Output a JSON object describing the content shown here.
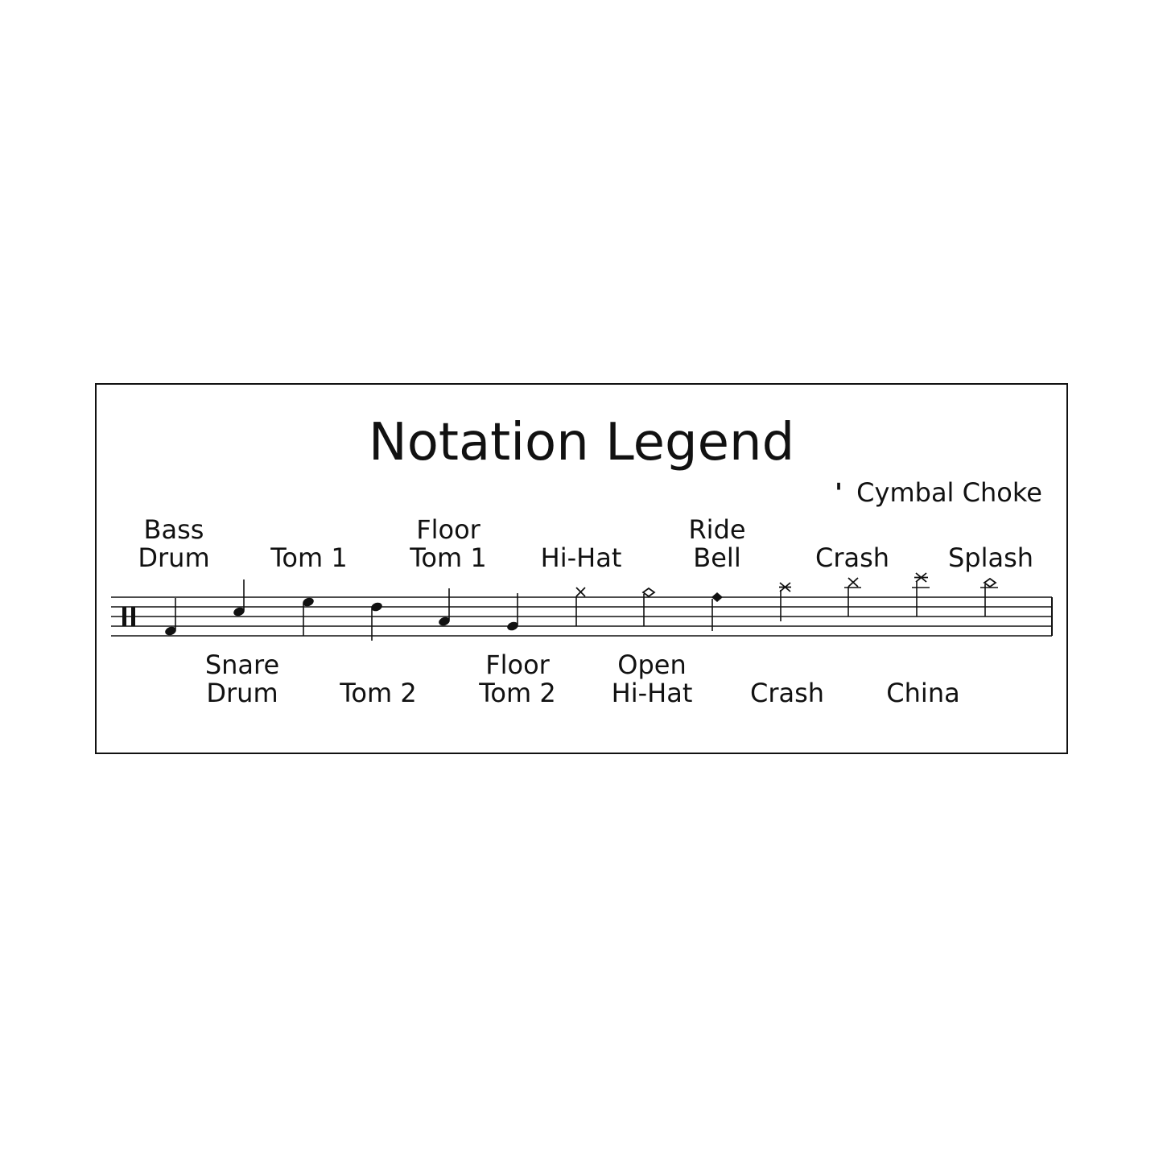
{
  "title": "Notation Legend",
  "cymbal_choke": {
    "symbol": "'",
    "label": "Cymbal Choke"
  },
  "instruments_top": [
    {
      "line1": "Bass",
      "line2": "Drum"
    },
    {
      "line1": "",
      "line2": "Tom 1"
    },
    {
      "line1": "Floor",
      "line2": "Tom 1"
    },
    {
      "line1": "",
      "line2": "Hi-Hat"
    },
    {
      "line1": "Ride",
      "line2": "Bell"
    },
    {
      "line1": "",
      "line2": "Crash"
    },
    {
      "line1": "",
      "line2": "Splash"
    }
  ],
  "instruments_bottom": [
    {
      "line1": "Snare",
      "line2": "Drum"
    },
    {
      "line1": "",
      "line2": "Tom 2"
    },
    {
      "line1": "Floor",
      "line2": "Tom 2"
    },
    {
      "line1": "Open",
      "line2": "Hi-Hat"
    },
    {
      "line1": "",
      "line2": "Crash"
    },
    {
      "line1": "",
      "line2": "China"
    }
  ],
  "notes": [
    {
      "instrument": "Bass Drum",
      "head": "filled"
    },
    {
      "instrument": "Snare Drum",
      "head": "filled"
    },
    {
      "instrument": "Tom 1",
      "head": "filled"
    },
    {
      "instrument": "Tom 2",
      "head": "filled"
    },
    {
      "instrument": "Floor Tom 1",
      "head": "filled"
    },
    {
      "instrument": "Floor Tom 2",
      "head": "filled"
    },
    {
      "instrument": "Hi-Hat",
      "head": "x"
    },
    {
      "instrument": "Open Hi-Hat",
      "head": "open-diamond"
    },
    {
      "instrument": "Ride Bell",
      "head": "filled-diamond"
    },
    {
      "instrument": "Crash",
      "head": "asterisk"
    },
    {
      "instrument": "Crash",
      "head": "x-ledger"
    },
    {
      "instrument": "China",
      "head": "asterisk-ledger"
    },
    {
      "instrument": "Splash",
      "head": "open-diamond-ledger"
    }
  ]
}
